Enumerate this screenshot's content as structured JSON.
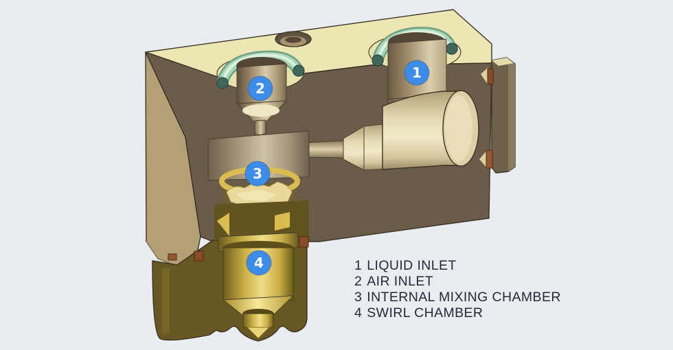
{
  "figure": {
    "type": "cutaway-technical-diagram",
    "subject": "air atomizing nozzle cross-section",
    "background": "#e9edf2",
    "callouts": [
      {
        "number": "1",
        "label": "LIQUID INLET"
      },
      {
        "number": "2",
        "label": "AIR INLET"
      },
      {
        "number": "3",
        "label": "INTERNAL MIXING CHAMBER"
      },
      {
        "number": "4",
        "label": "SWIRL CHAMBER"
      }
    ],
    "colors": {
      "callout_blue": "#3b8de9",
      "body_cream": "#ece7b2",
      "body_tan": "#b3a077",
      "section_brown": "#6b5c49",
      "brass_gold": "#d9bd50",
      "oring_green": "#a5d6b6",
      "oring_teal_end": "#3f685a",
      "seal_copper": "#8a4c28",
      "legend_text": "#262a33"
    }
  }
}
